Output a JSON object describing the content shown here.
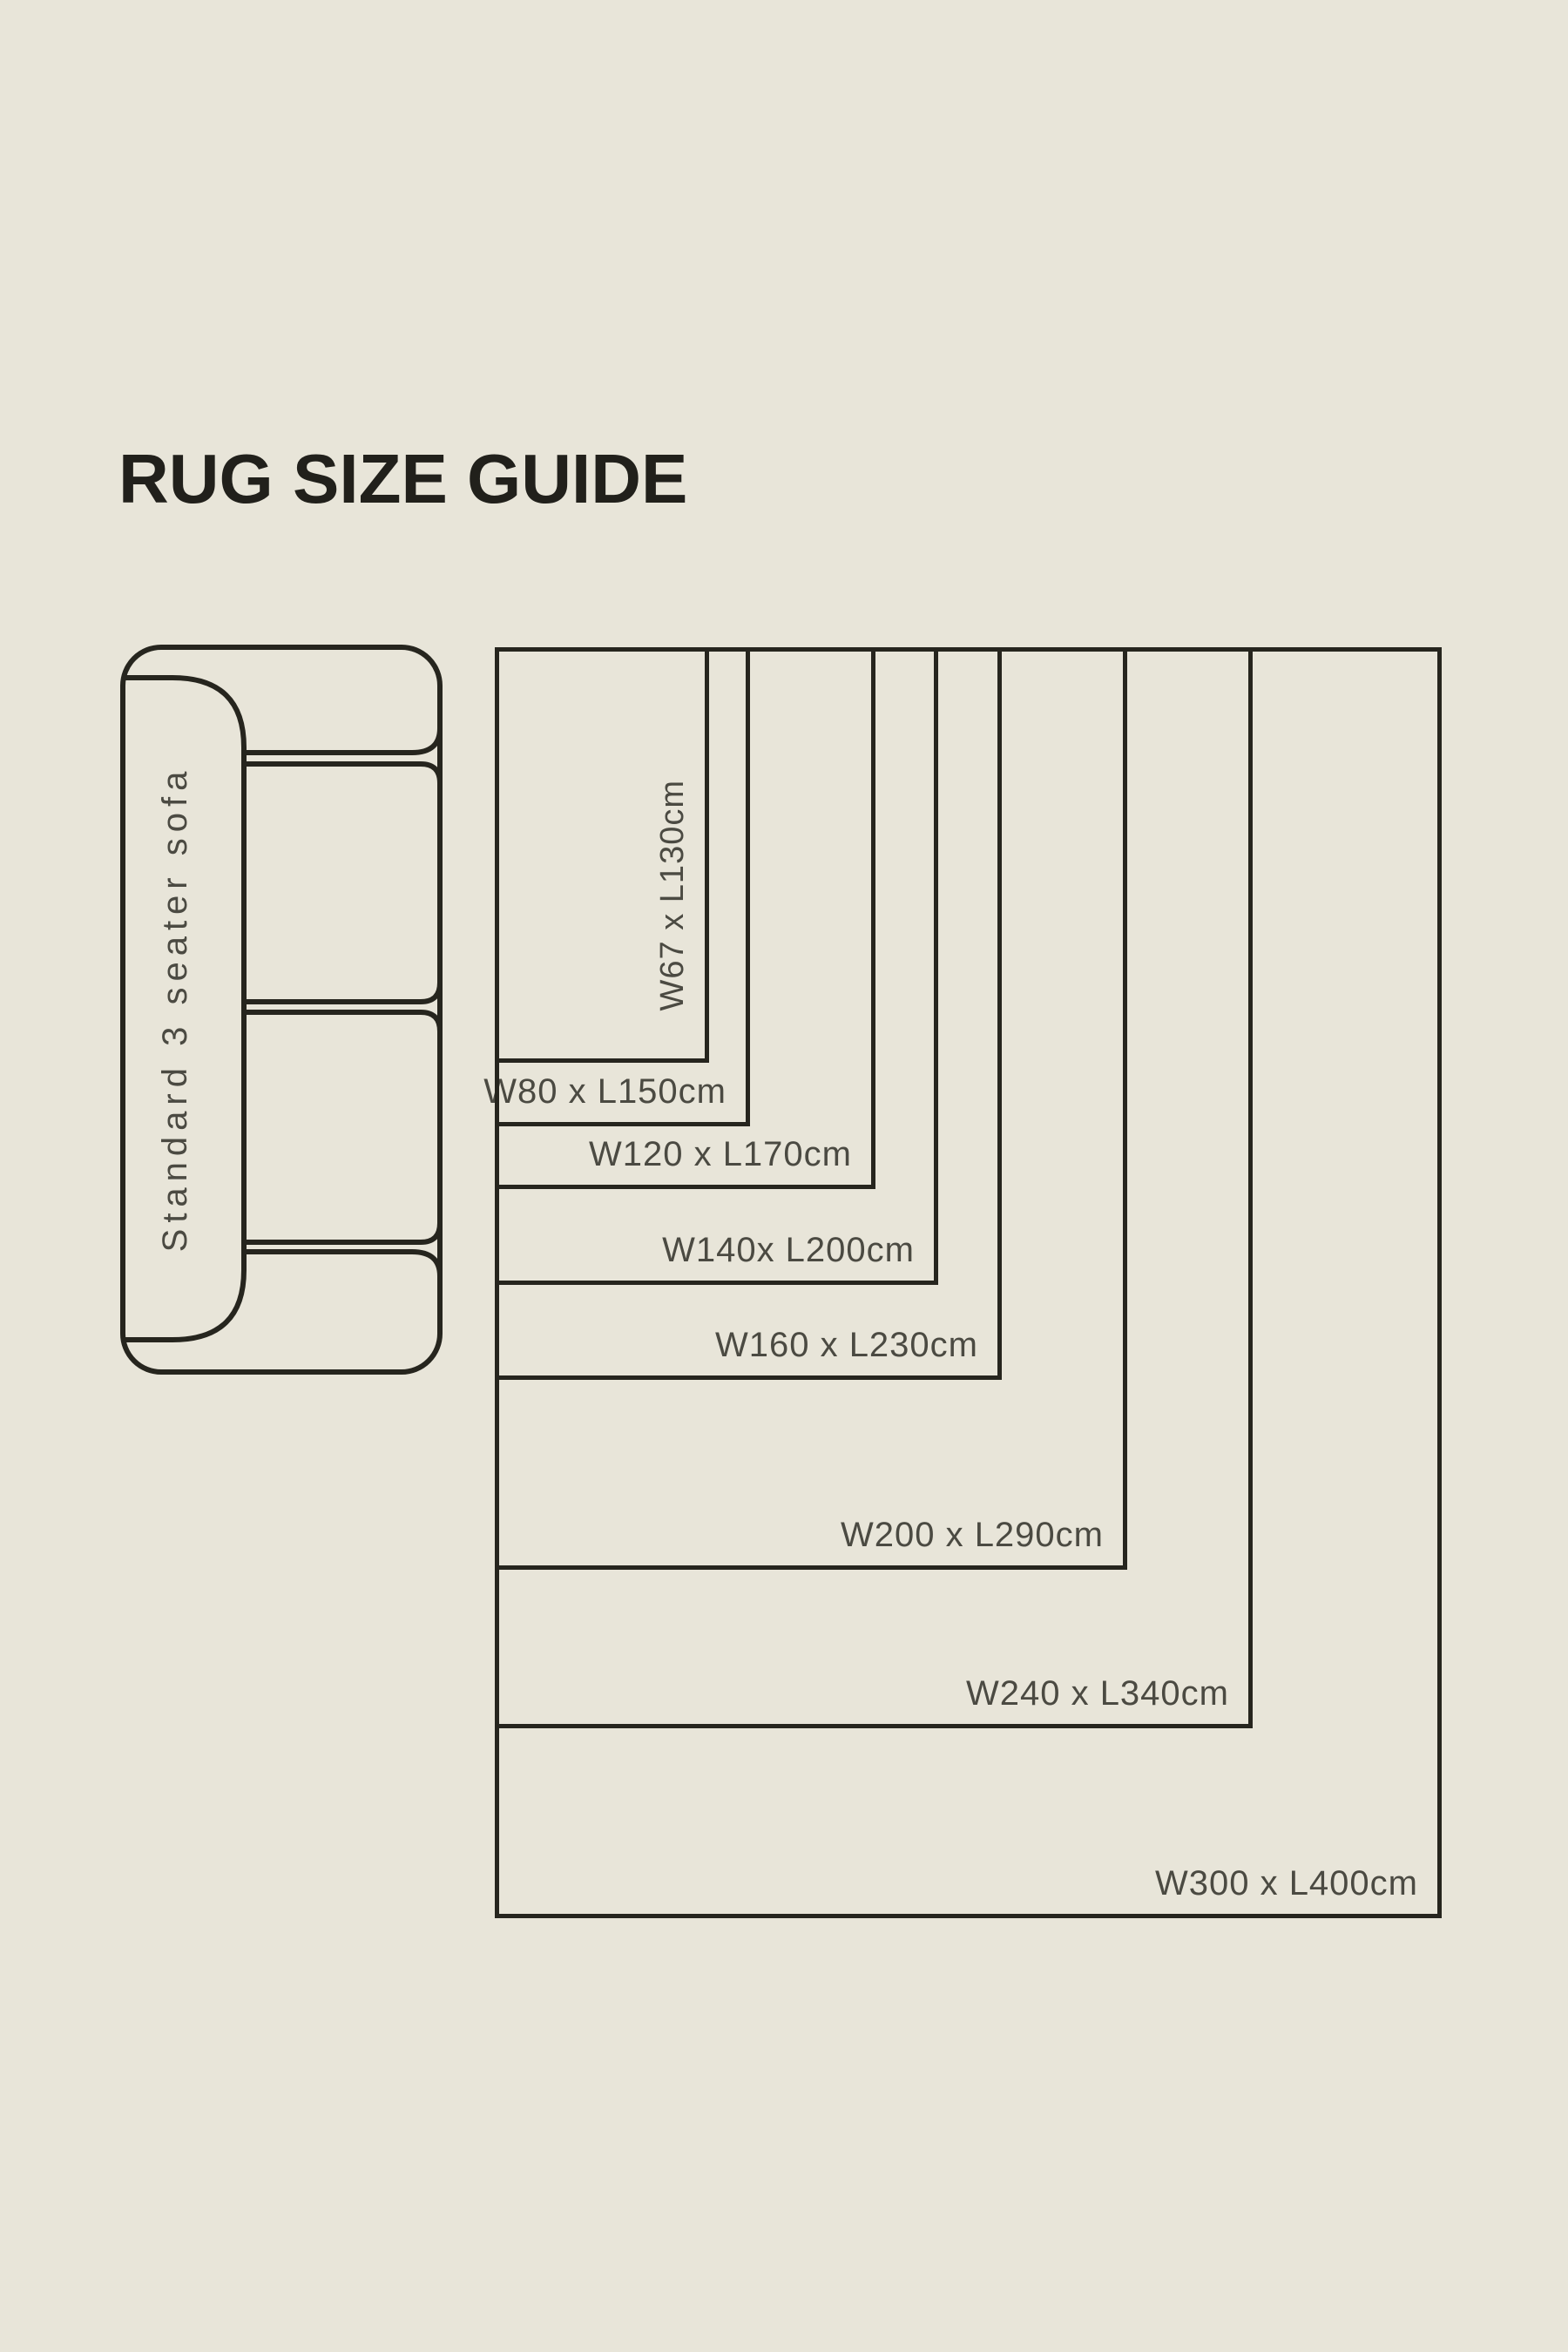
{
  "page": {
    "title": "RUG SIZE GUIDE"
  },
  "sofa": {
    "label": "Standard 3 seater sofa"
  },
  "rugs": [
    {
      "label": "W67 x L130cm",
      "w_cm": 67,
      "l_cm": 130,
      "orientation": "vertical"
    },
    {
      "label": "W80 x L150cm",
      "w_cm": 80,
      "l_cm": 150,
      "orientation": "horizontal"
    },
    {
      "label": "W120 x L170cm",
      "w_cm": 120,
      "l_cm": 170,
      "orientation": "horizontal"
    },
    {
      "label": "W140x L200cm",
      "w_cm": 140,
      "l_cm": 200,
      "orientation": "horizontal"
    },
    {
      "label": "W160 x L230cm",
      "w_cm": 160,
      "l_cm": 230,
      "orientation": "horizontal"
    },
    {
      "label": "W200 x L290cm",
      "w_cm": 200,
      "l_cm": 290,
      "orientation": "horizontal"
    },
    {
      "label": "W240 x L340cm",
      "w_cm": 240,
      "l_cm": 340,
      "orientation": "horizontal"
    },
    {
      "label": "W300 x L400cm",
      "w_cm": 300,
      "l_cm": 400,
      "orientation": "horizontal"
    }
  ],
  "colors": {
    "background": "#e8e5d9",
    "line": "#26251e",
    "label_text": "#4b4a42",
    "title_text": "#21201b"
  }
}
